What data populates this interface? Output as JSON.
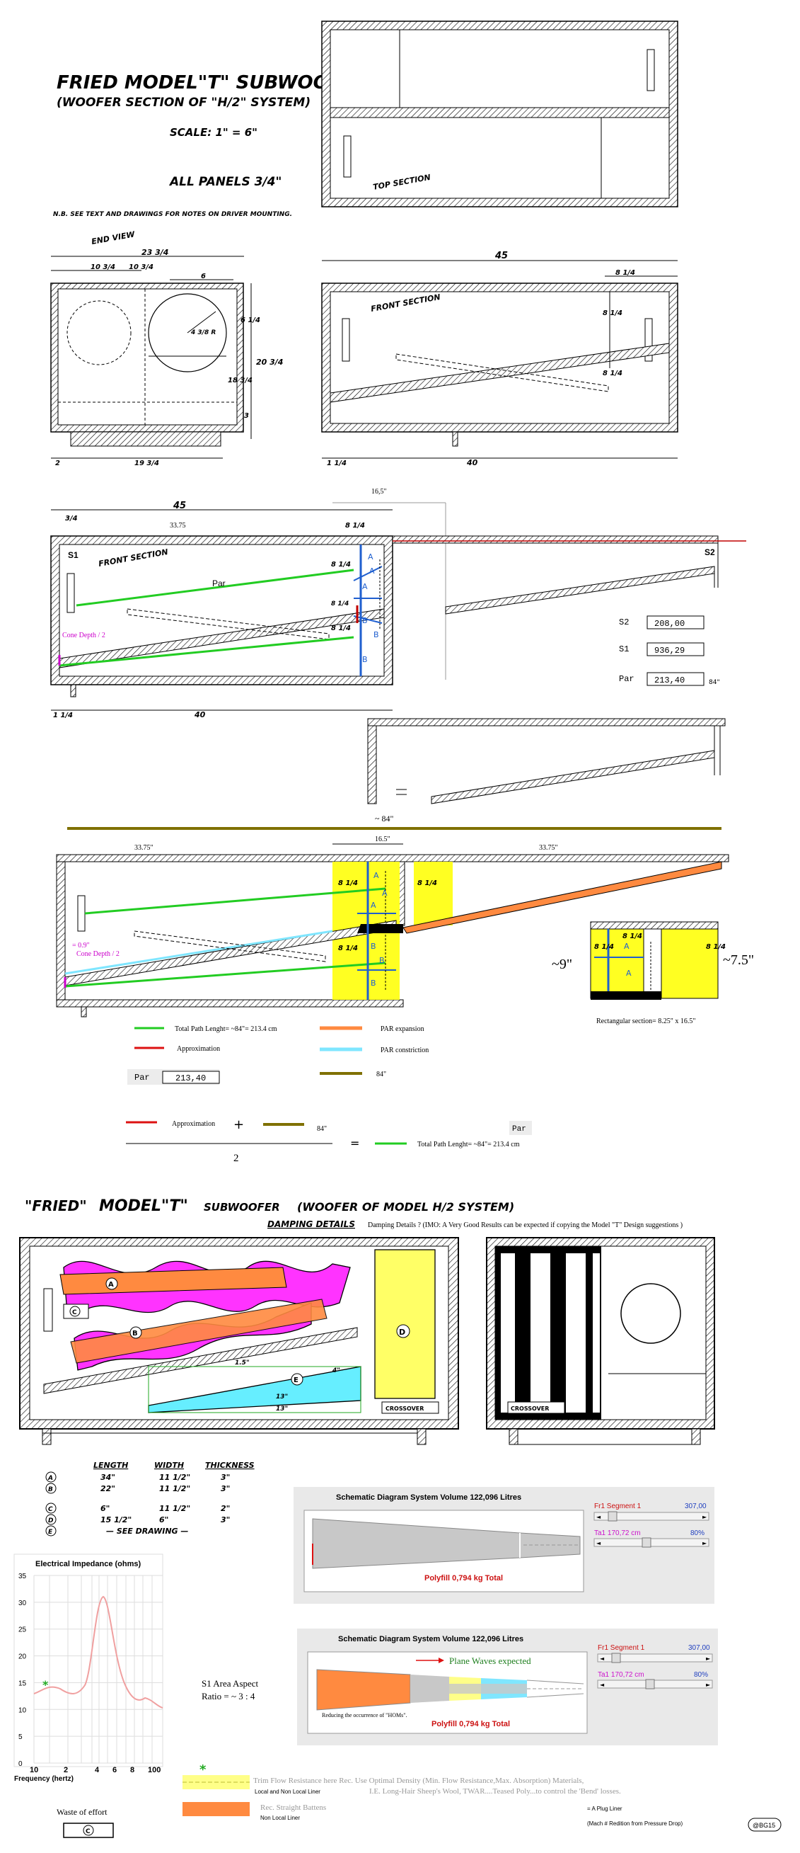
{
  "title": {
    "line1": "FRIED MODEL\"T\" SUBWOOFER",
    "line2": "(WOOFER SECTION OF \"H/2\" SYSTEM)",
    "scale": "SCALE:  1\" = 6\"",
    "panels": "ALL PANELS 3/4\"",
    "note": "N.B.  SEE TEXT AND DRAWINGS FOR NOTES ON DRIVER MOUNTING."
  },
  "top_section": {
    "label": "TOP SECTION"
  },
  "end_view": {
    "label": "END VIEW",
    "dims": [
      "23 3/4",
      "10 3/4",
      "10 3/4",
      "6",
      "6 1/4",
      "4 3/8 R",
      "20 3/4",
      "18 3/4",
      "3",
      "2",
      "19 3/4"
    ]
  },
  "front_section_1": {
    "label": "FRONT SECTION",
    "dims": [
      "45",
      "8 1/4",
      "8 1/4",
      "8 1/4",
      "1 1/4",
      "40"
    ]
  },
  "front_section_2": {
    "label": "FRONT SECTION",
    "dims": [
      "45",
      "3/4",
      "33.75",
      "16,5\"",
      "8 1/4",
      "8 1/4",
      "8 1/4",
      "1 1/4",
      "40"
    ],
    "s1": "S1",
    "s2": "S2",
    "par": "Par",
    "cone": "Cone Depth / 2",
    "letters": [
      "A",
      "A",
      "A",
      "B",
      "B",
      "B"
    ],
    "values": [
      {
        "name": "S2",
        "value": "208,00"
      },
      {
        "name": "S1",
        "value": "936,29"
      },
      {
        "name": "Par",
        "value": "213,40"
      }
    ],
    "value_unit": "84\""
  },
  "section_3": {
    "top_label": "~ 84\"",
    "dims": [
      "33.75\"",
      "16.5\"",
      "33.75\"",
      "8 1/4",
      "8 1/4",
      "8 1/4",
      "8 1/4"
    ],
    "annot": [
      "= 0.9\"",
      "Cone Depth / 2"
    ],
    "inset": {
      "dims": [
        "8 1/4",
        "8 1/4",
        "8 1/4"
      ],
      "left": "~9\"",
      "right": "~7.5\"",
      "caption": "Rectangular section= 8.25\" x 16.5\""
    },
    "letters": [
      "A",
      "A",
      "A",
      "B",
      "B",
      "B",
      "A",
      "A"
    ]
  },
  "legend": {
    "total_path": "Total Path Lenght= ~84\"= 213.4 cm",
    "approx": "Approximation",
    "par_exp": "PAR expansion",
    "par_con": "PAR constriction",
    "eighty_four": "84\"",
    "par_label": "Par",
    "par_value": "213,40",
    "formula_approx": "Approximation",
    "formula_plus": "+",
    "formula_84": "84\"",
    "formula_two": "2",
    "formula_eq": "=",
    "formula_par": "Par",
    "formula_total": "Total Path Lenght= ~84\"= 213.4 cm"
  },
  "damping": {
    "title1": "\"FRIED\"",
    "title2": "MODEL\"T\"",
    "title3": "SUBWOOFER",
    "title4": "(WOOFER OF MODEL H/2 SYSTEM)",
    "subtitle": "DAMPING DETAILS",
    "note": "Damping Details ? (IMO: A Very Good Results can be expected if copying the Model \"T\" Design suggestions )",
    "labels": [
      "A",
      "B",
      "C",
      "D",
      "E"
    ],
    "crossover": "CROSSOVER",
    "dims": [
      "1.5\"",
      "4\"",
      "13\"",
      "13\""
    ]
  },
  "table": {
    "headers": [
      "LENGTH",
      "WIDTH",
      "THICKNESS"
    ],
    "rows": [
      {
        "id": "A",
        "length": "34\"",
        "width": "11 1/2\"",
        "thickness": "3\""
      },
      {
        "id": "B",
        "length": "22\"",
        "width": "11 1/2\"",
        "thickness": "3\""
      },
      {
        "id": "C",
        "length": "6\"",
        "width": "11 1/2\"",
        "thickness": "2\""
      },
      {
        "id": "D",
        "length": "15 1/2\"",
        "width": "6\"",
        "thickness": "3\""
      },
      {
        "id": "E",
        "length": "— SEE DRAWING —",
        "width": "",
        "thickness": ""
      }
    ]
  },
  "schematic1": {
    "title": "Schematic Diagram   System Volume 122,096 Litres",
    "fill": "Polyfill   0,794 kg   Total",
    "fr_label": "Fr1  Segment 1",
    "fr_value": "307,00",
    "ta_label": "Ta1  170,72 cm",
    "ta_value": "80%"
  },
  "schematic2": {
    "title": "Schematic Diagram   System Volume 122,096 Litres",
    "plane": "Plane Waves expected",
    "reduce": "Reducing the occurrence of \"HOMs\".",
    "fill": "Polyfill   0,794 kg   Total",
    "fr_label": "Fr1  Segment 1",
    "fr_value": "307,00",
    "ta_label": "Ta1  170,72 cm",
    "ta_value": "80%"
  },
  "impedance": {
    "title": "Electrical Impedance (ohms)",
    "xlabel": "Frequency (hertz)",
    "yticks": [
      "35",
      "30",
      "25",
      "20",
      "15",
      "10",
      "5",
      "0"
    ],
    "xticks": [
      "10",
      "2",
      "4",
      "6",
      "8",
      "100"
    ]
  },
  "bottom": {
    "s1_aspect": "S1 Area Aspect",
    "ratio": "Ratio = ~ 3 : 4",
    "star": "*",
    "trim": "Trim Flow Resistance here Rec. Use Optimal Density (Min. Flow Resistance,Max. Absorption) Materials,",
    "local": "Local and Non Local Liner",
    "ie": "I.E. Long-Hair Sheep's Wool, TWAR....Teased Poly...to control the 'Bend' losses.",
    "rec": "Rec. Straight Battens",
    "nonlocal": "Non Local Liner",
    "plug": "= A Plug Liner",
    "mach": "(Mach # Redition from Pressure Drop)",
    "waste": "Waste of effort",
    "waste_id": "C",
    "credit": "@BG15"
  }
}
